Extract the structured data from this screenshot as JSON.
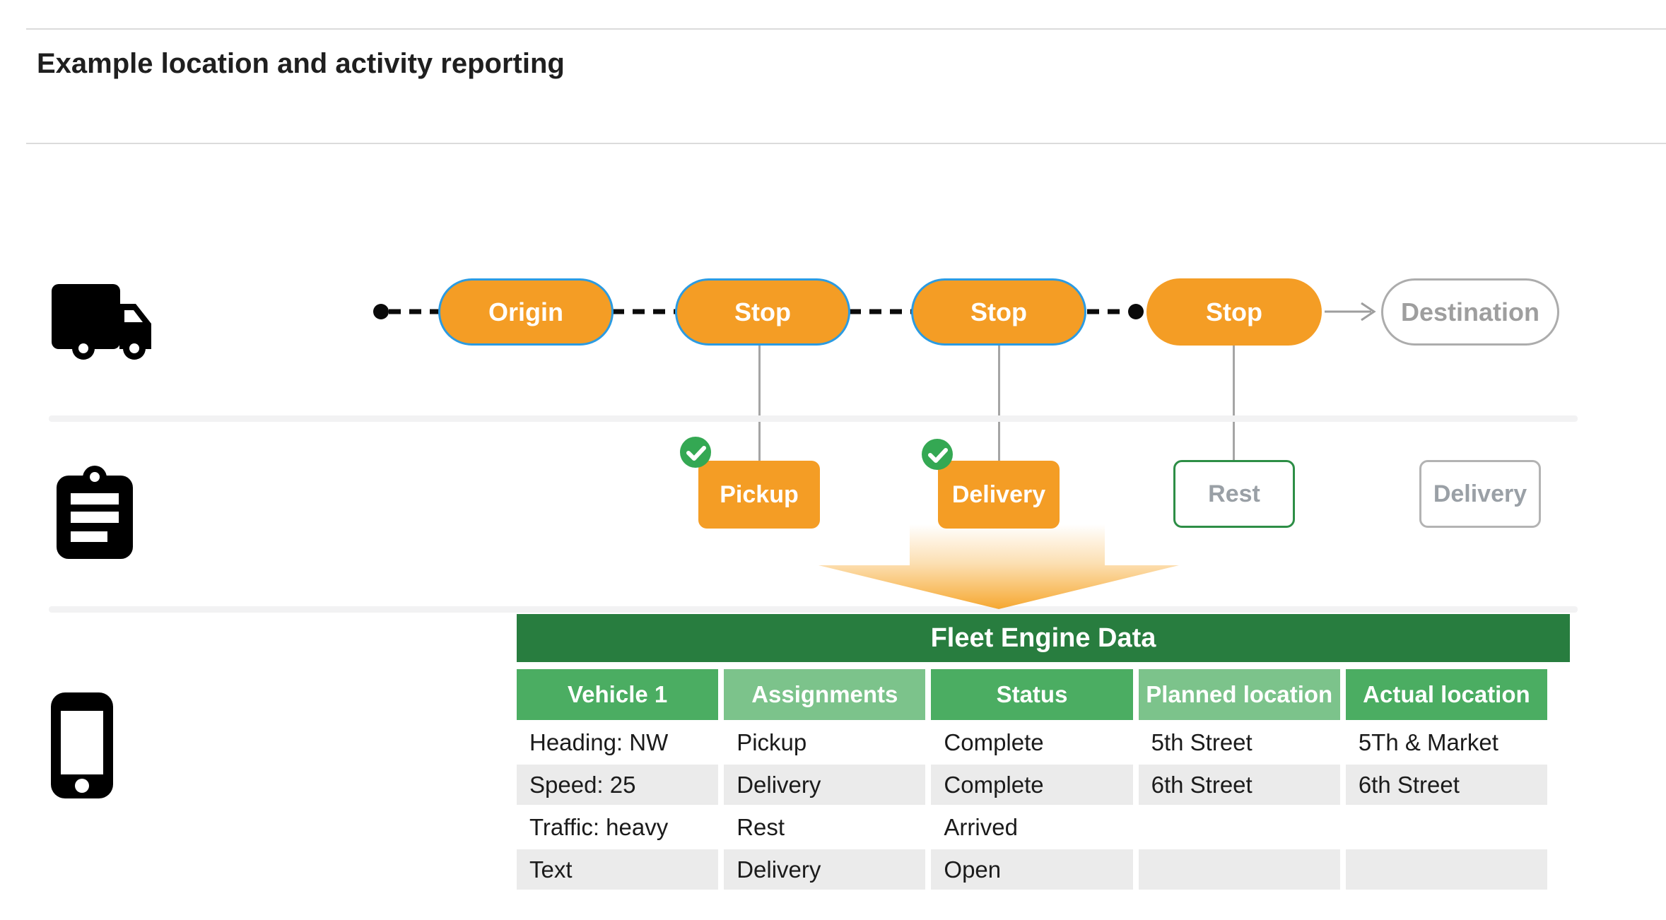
{
  "title": "Example location and activity reporting",
  "route": {
    "nodes": [
      {
        "label": "Origin",
        "state": "visited"
      },
      {
        "label": "Stop",
        "state": "visited"
      },
      {
        "label": "Stop",
        "state": "visited"
      },
      {
        "label": "Stop",
        "state": "current"
      },
      {
        "label": "Destination",
        "state": "upcoming"
      }
    ]
  },
  "activities": {
    "pickup": {
      "label": "Pickup",
      "state": "complete"
    },
    "delivery_done": {
      "label": "Delivery",
      "state": "complete"
    },
    "rest": {
      "label": "Rest",
      "state": "current"
    },
    "delivery_open": {
      "label": "Delivery",
      "state": "upcoming"
    }
  },
  "fleet_table": {
    "title": "Fleet Engine Data",
    "columns": [
      "Vehicle 1",
      "Assignments",
      "Status",
      "Planned location",
      "Actual location"
    ],
    "rows": [
      {
        "cells": [
          "Heading: NW",
          "Pickup",
          "Complete",
          "5th Street",
          "5Th & Market"
        ]
      },
      {
        "cells": [
          "Speed: 25",
          "Delivery",
          "Complete",
          "6th Street",
          "6th Street"
        ]
      },
      {
        "cells": [
          "Traffic: heavy",
          "Rest",
          "Arrived",
          "",
          ""
        ]
      },
      {
        "cells": [
          "Text",
          "Delivery",
          "Open",
          "",
          ""
        ]
      }
    ]
  },
  "icons": {
    "truck": "truck-icon",
    "clipboard": "clipboard-icon",
    "phone": "phone-icon",
    "check": "check-circle-icon"
  },
  "colors": {
    "orange": "#F49D25",
    "route_border_blue": "#2B9BE2",
    "check_green": "#34A853",
    "rest_border_green": "#2D8E46",
    "table_title_green": "#287D3F",
    "column_green": "#4BAD62",
    "column_green_light": "#7CC38B",
    "row_stripe_gray": "#EBEBEB",
    "muted_text_gray": "#9AA0A6",
    "connector_gray": "#A5A5A5"
  }
}
